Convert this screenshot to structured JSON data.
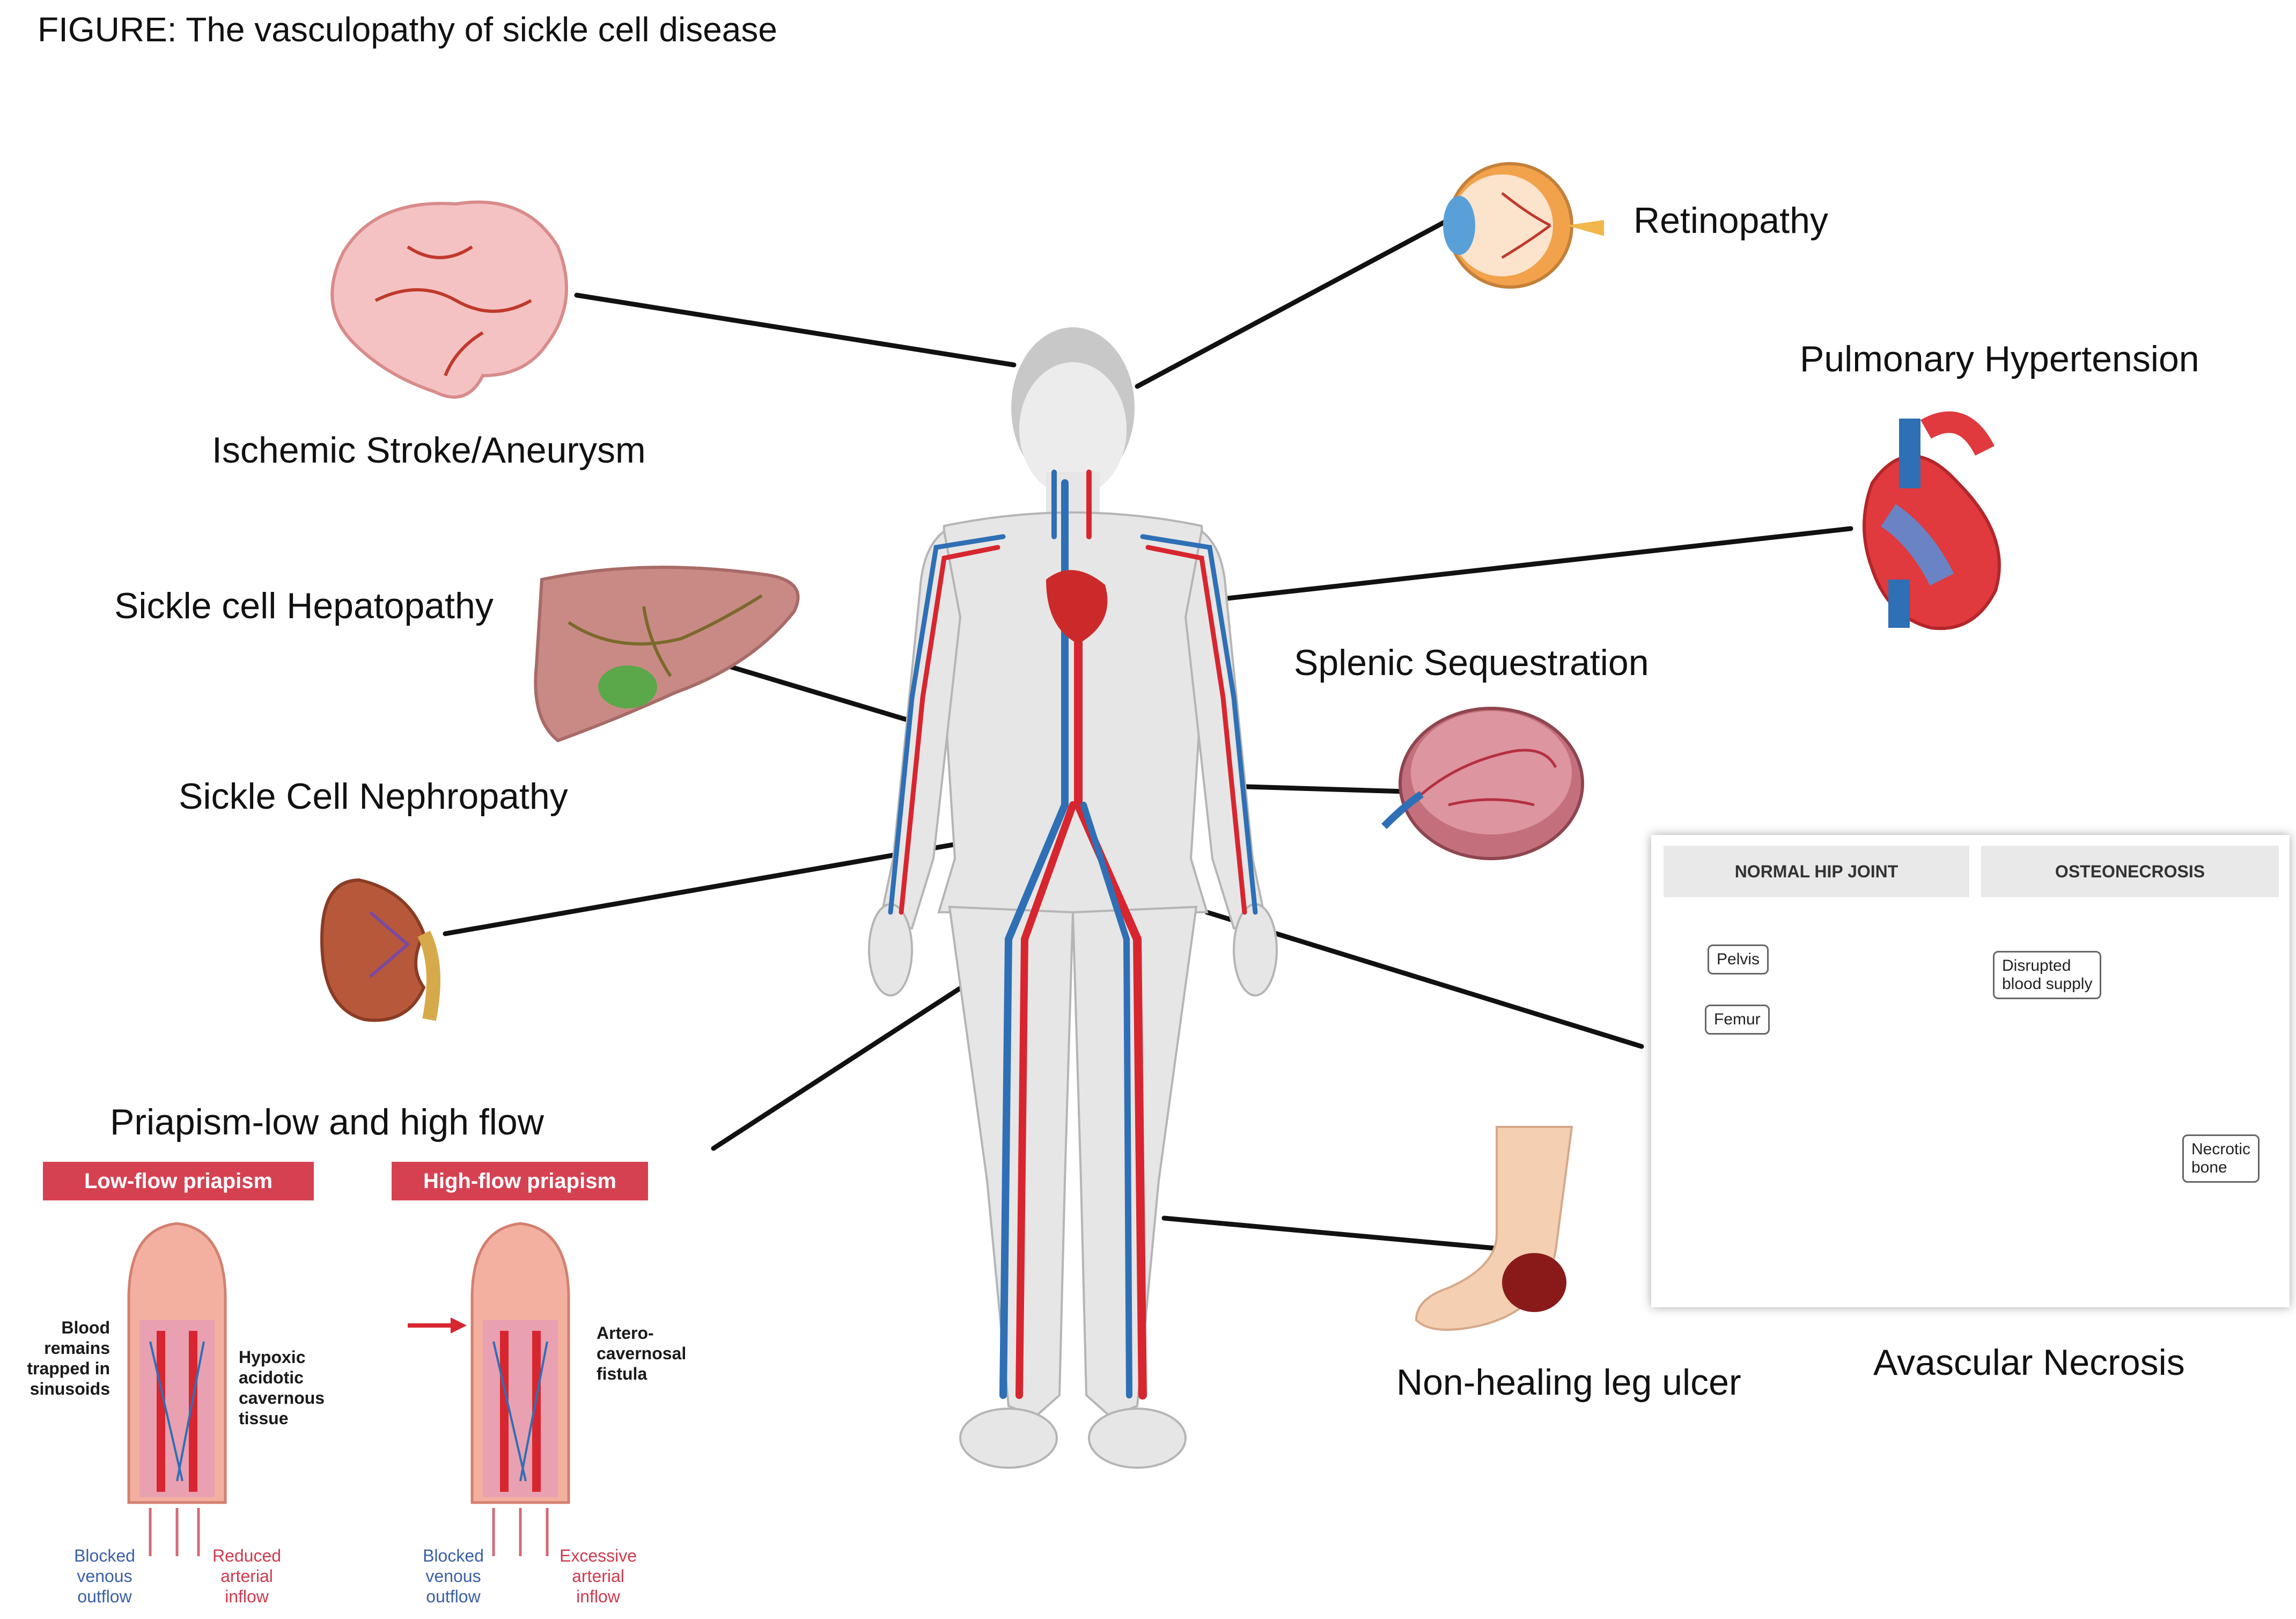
{
  "figure_title": "FIGURE: The vasculopathy of sickle cell disease",
  "labels": {
    "stroke": "Ischemic Stroke/Aneurysm",
    "retinopathy": "Retinopathy",
    "pulmonary": "Pulmonary Hypertension",
    "hepatopathy": "Sickle cell Hepatopathy",
    "splenic": "Splenic Sequestration",
    "nephropathy": "Sickle Cell Nephropathy",
    "priapism": "Priapism-low and high flow",
    "leg_ulcer": "Non-healing leg ulcer",
    "avascular": "Avascular Necrosis"
  },
  "priapism_panel": {
    "low_title": "Low-flow priapism",
    "high_title": "High-flow priapism",
    "low_left": "Blood\nremains\ntrapped in\nsinusoids",
    "low_right": "Hypoxic\nacidotic\ncavernous\ntissue",
    "high_right": "Artero-\ncavernosal\nfistula",
    "blocked": "Blocked\nvenous\noutflow",
    "reduced": "Reduced\narterial\ninflow",
    "excessive": "Excessive\narterial\ninflow"
  },
  "hip_panel": {
    "normal": "NORMAL HIP JOINT",
    "osteo": "OSTEONECROSIS",
    "pelvis": "Pelvis",
    "femur": "Femur",
    "disrupted": "Disrupted\nblood supply",
    "necrotic": "Necrotic\nbone"
  },
  "colors": {
    "artery": "#d7262f",
    "vein": "#2f6fb5",
    "body": "#e6e6e6",
    "leader": "#111111",
    "priapism_bar": "#d64152"
  }
}
